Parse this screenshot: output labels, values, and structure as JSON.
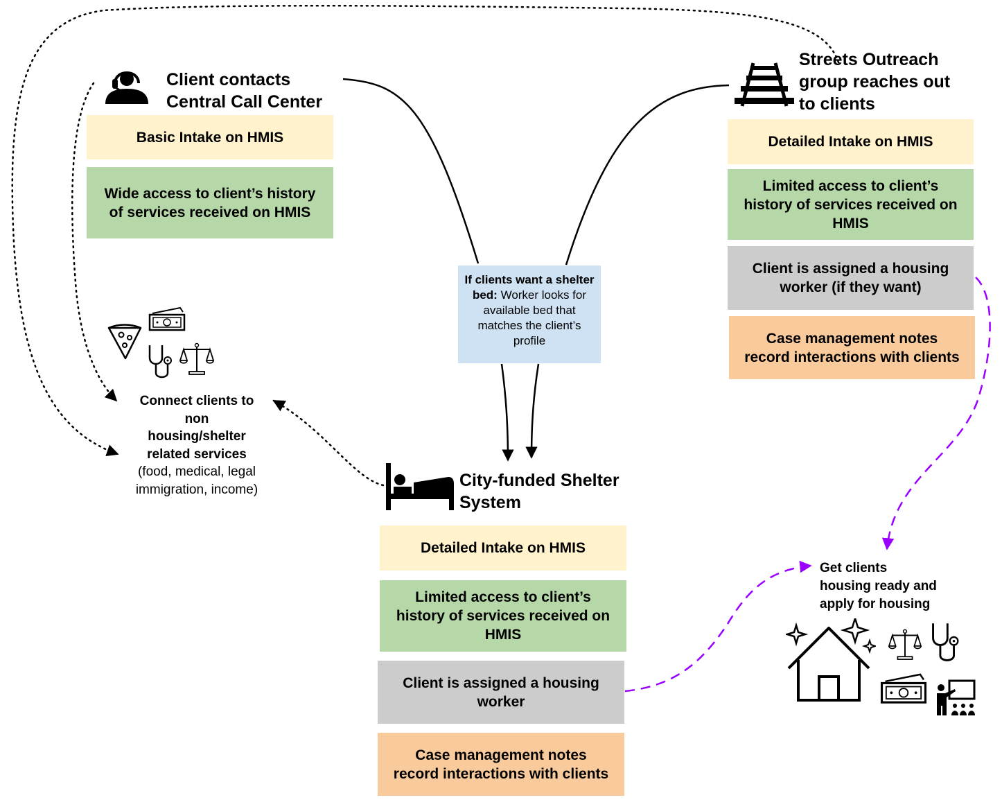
{
  "call_center": {
    "heading": [
      "Client contacts",
      "Central Call Center"
    ],
    "intake": "Basic Intake on HMIS",
    "access": [
      "Wide access to client’s history",
      "of services received on HMIS"
    ]
  },
  "outreach": {
    "heading": [
      "Streets Outreach",
      "group reaches out",
      "to clients"
    ],
    "intake": "Detailed Intake on HMIS",
    "access": [
      "Limited access to client’s",
      "history of services received on",
      "HMIS"
    ],
    "housing_worker": [
      "Client is assigned a housing",
      "worker (if they want)"
    ],
    "case_notes": [
      "Case management notes",
      "record interactions with clients"
    ]
  },
  "shelter_bed_note": {
    "bold": "If clients want a shelter bed:",
    "text": "Worker looks for available bed that matches the client’s profile"
  },
  "shelter": {
    "heading": [
      "City-funded Shelter",
      "System"
    ],
    "intake": "Detailed Intake on HMIS",
    "access": [
      "Limited access to client’s",
      "history of services received on",
      "HMIS"
    ],
    "housing_worker": [
      "Client is assigned a housing",
      "worker"
    ],
    "case_notes": [
      "Case management notes",
      "record interactions with clients"
    ]
  },
  "services": {
    "bold": [
      "Connect clients to",
      "non",
      "housing/shelter",
      "related services"
    ],
    "plain": [
      "(food, medical, legal",
      "immigration, income)"
    ]
  },
  "housing_ready": [
    "Get clients",
    "housing ready and",
    "apply for housing"
  ],
  "colors": {
    "intake": "#fff2cc",
    "access": "#b6d7a8",
    "housing_worker": "#cccccc",
    "case_notes": "#f9cb9c",
    "note": "#cfe2f3",
    "housing_arrow": "#9900ff"
  }
}
